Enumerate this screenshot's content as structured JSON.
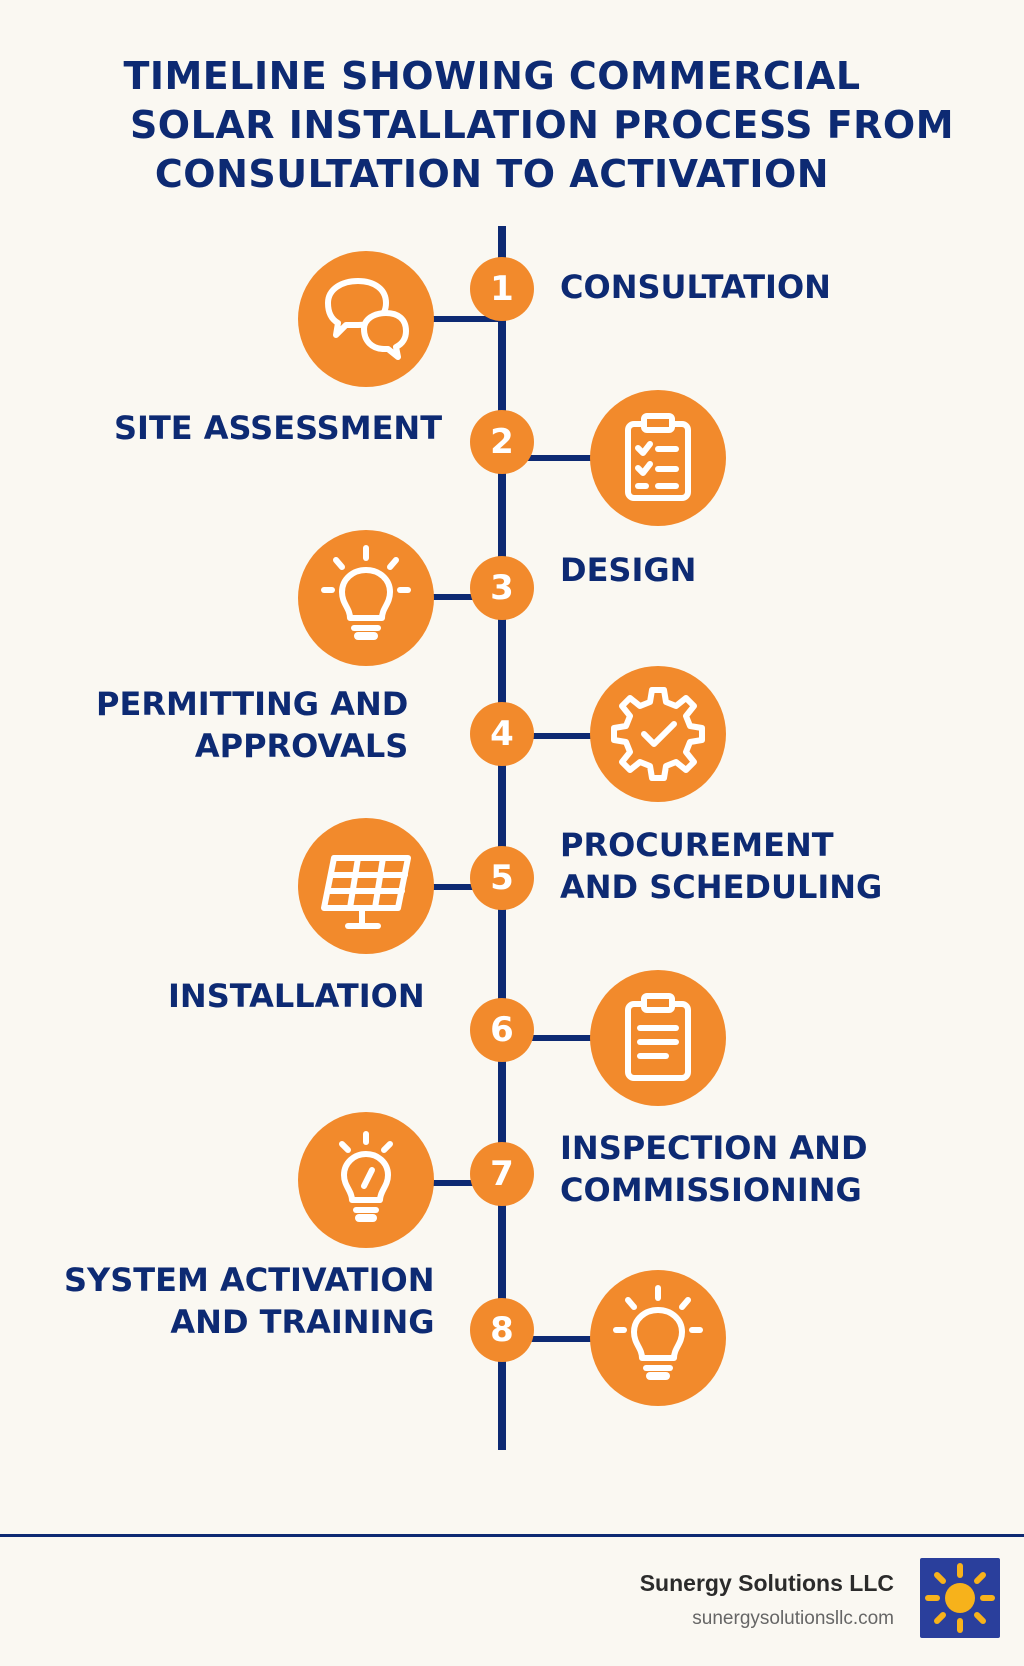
{
  "title": {
    "line1": "TIMELINE SHOWING COMMERCIAL",
    "line2": "SOLAR INSTALLATION PROCESS FROM",
    "line3": "CONSULTATION TO ACTIVATION"
  },
  "steps": [
    {
      "number": "1",
      "label_lines": [
        "CONSULTATION"
      ],
      "icon": "chat-bubbles-icon",
      "label_side": "right"
    },
    {
      "number": "2",
      "label_lines": [
        "SITE ASSESSMENT"
      ],
      "icon": "clipboard-checklist-icon",
      "label_side": "left"
    },
    {
      "number": "3",
      "label_lines": [
        "DESIGN"
      ],
      "icon": "lightbulb-icon",
      "label_side": "right"
    },
    {
      "number": "4",
      "label_lines": [
        "PERMITTING AND",
        "APPROVALS"
      ],
      "icon": "gear-check-icon",
      "label_side": "left"
    },
    {
      "number": "5",
      "label_lines": [
        "PROCUREMENT",
        "AND SCHEDULING"
      ],
      "icon": "solar-panel-icon",
      "label_side": "right"
    },
    {
      "number": "6",
      "label_lines": [
        "INSTALLATION"
      ],
      "icon": "clipboard-document-icon",
      "label_side": "left"
    },
    {
      "number": "7",
      "label_lines": [
        "INSPECTION AND",
        "COMMISSIONING"
      ],
      "icon": "lightbulb-icon",
      "label_side": "right"
    },
    {
      "number": "8",
      "label_lines": [
        "SYSTEM ACTIVATION",
        "AND TRAINING"
      ],
      "icon": "lightbulb-icon",
      "label_side": "left"
    }
  ],
  "footer": {
    "company": "Sunergy Solutions LLC",
    "website": "sunergysolutionsllc.com",
    "logo_icon": "sun-icon"
  },
  "colors": {
    "navy": "#0d2a73",
    "orange": "#f28a2c",
    "background": "#faf8f2",
    "logo_bg": "#2a3f9c",
    "sun": "#f7b21b"
  }
}
